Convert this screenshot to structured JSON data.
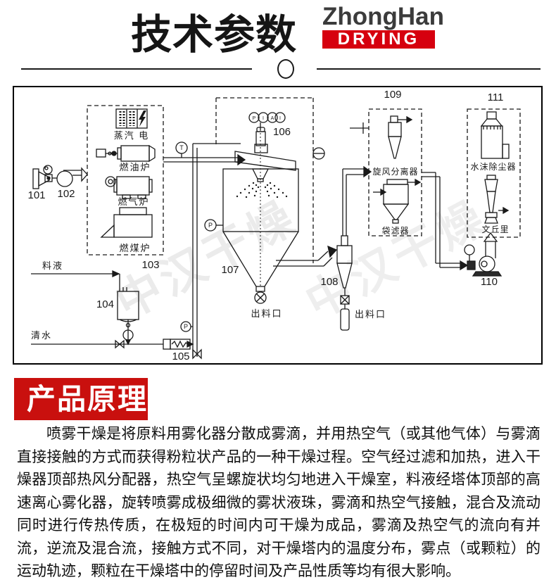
{
  "header": {
    "title": "技术参数",
    "logo_top": "ZhongHan",
    "logo_bottom": "DRYING",
    "logo_red": "#d6000f"
  },
  "section": {
    "heading": "产品原理",
    "banner_red": "#c9100e"
  },
  "diagram": {
    "watermark": "中汉干燥",
    "numbers": {
      "n101": "101",
      "n102": "102",
      "n103": "103",
      "n104": "104",
      "n105": "105",
      "n106": "106",
      "n107": "107",
      "n108": "108",
      "n109": "109",
      "n110": "110",
      "n111": "111"
    },
    "equipment": {
      "steam_electric": "蒸汽 电",
      "oil_furnace": "燃油炉",
      "gas_furnace": "燃气炉",
      "coal_furnace": "燃煤炉",
      "feed_liquid": "料液",
      "clean_water": "清水",
      "tower_discharge": "出料口",
      "cyclone_discharge": "出料口",
      "cyclone_separator": "旋风分离器",
      "bag_filter": "袋滤器",
      "water_mist_remover": "水沫除尘器",
      "venturi": "文丘里"
    },
    "instruments": {
      "temp": "T",
      "press_duct": "P",
      "press_tower": "P",
      "atomizer_1": "P",
      "atomizer_2": "I",
      "atomizer_3": "A",
      "atomizer_4": "I"
    }
  },
  "principle": {
    "text": "喷雾干燥是将原料用雾化器分散成雾滴，并用热空气（或其他气体）与雾滴直接接触的方式而获得粉粒状产品的一种干燥过程。空气经过滤和加热，进入干燥器顶部热风分配器，热空气呈螺旋状均匀地进入干燥室，料液经塔体顶部的高速离心雾化器，旋转喷雾成极细微的雾状液珠，雾滴和热空气接触，混合及流动同时进行传热传质，在极短的时间内可干燥为成品，雾滴及热空气的流向有并流，逆流及混合流，接触方式不同，对干燥塔内的温度分布，雾点（或颗粒）的运动轨迹，颗粒在干燥塔中的停留时间及产品性质等均有很大影响。"
  }
}
